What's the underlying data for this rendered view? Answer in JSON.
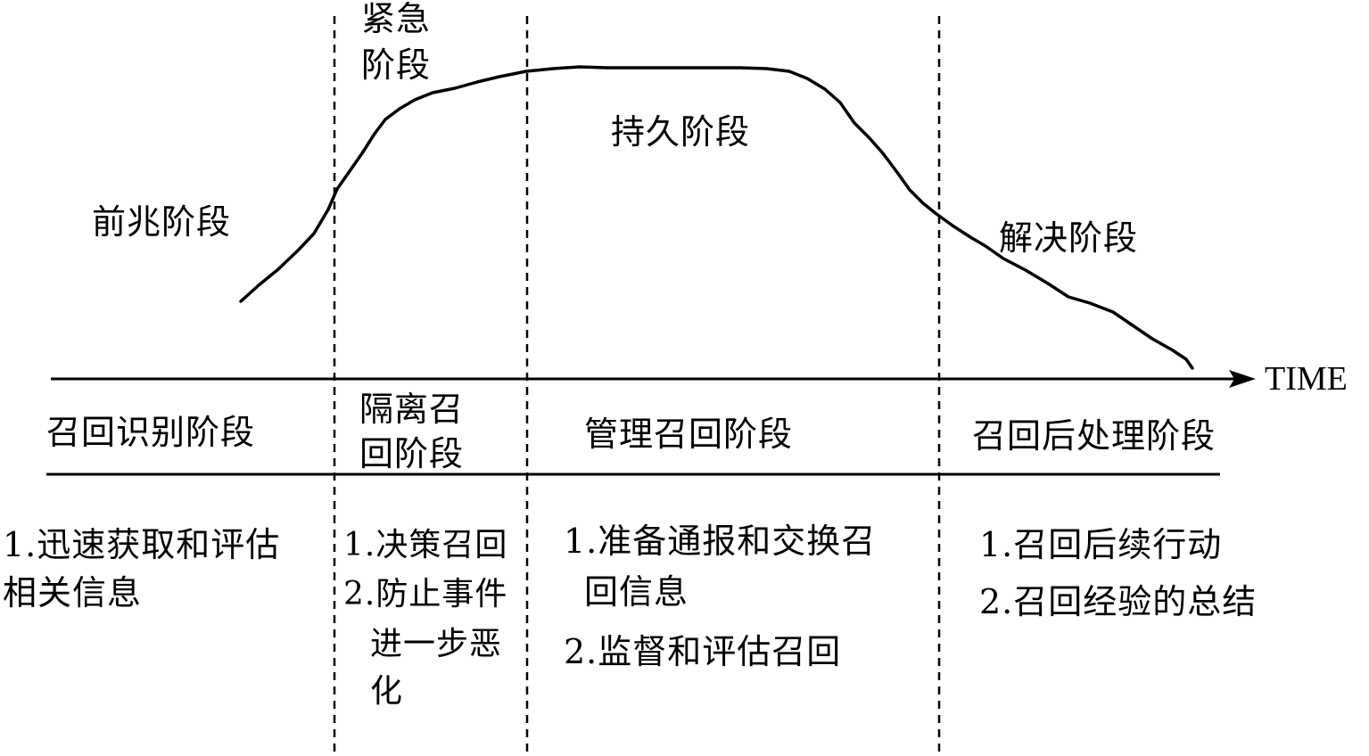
{
  "curve_phases": {
    "prodromal": "前兆阶段",
    "acute": [
      "紧急",
      "阶段"
    ],
    "chronic": "持久阶段",
    "resolution": "解决阶段"
  },
  "axis_label": "TIME",
  "recall_phases": {
    "identify": "召回识别阶段",
    "isolate": [
      "隔离召",
      "回阶段"
    ],
    "manage": "管理召回阶段",
    "post": "召回后处理阶段"
  },
  "tasks": {
    "identify": [
      "1.迅速获取和评估",
      "相关信息"
    ],
    "isolate": [
      "1.决策召回",
      "2.防止事件",
      "进一步恶",
      "化"
    ],
    "manage": [
      "1.准备通报和交换召",
      "回信息",
      "2.监督和评估召回"
    ],
    "post": [
      "1.召回后续行动",
      "2.召回经验的总结"
    ]
  }
}
